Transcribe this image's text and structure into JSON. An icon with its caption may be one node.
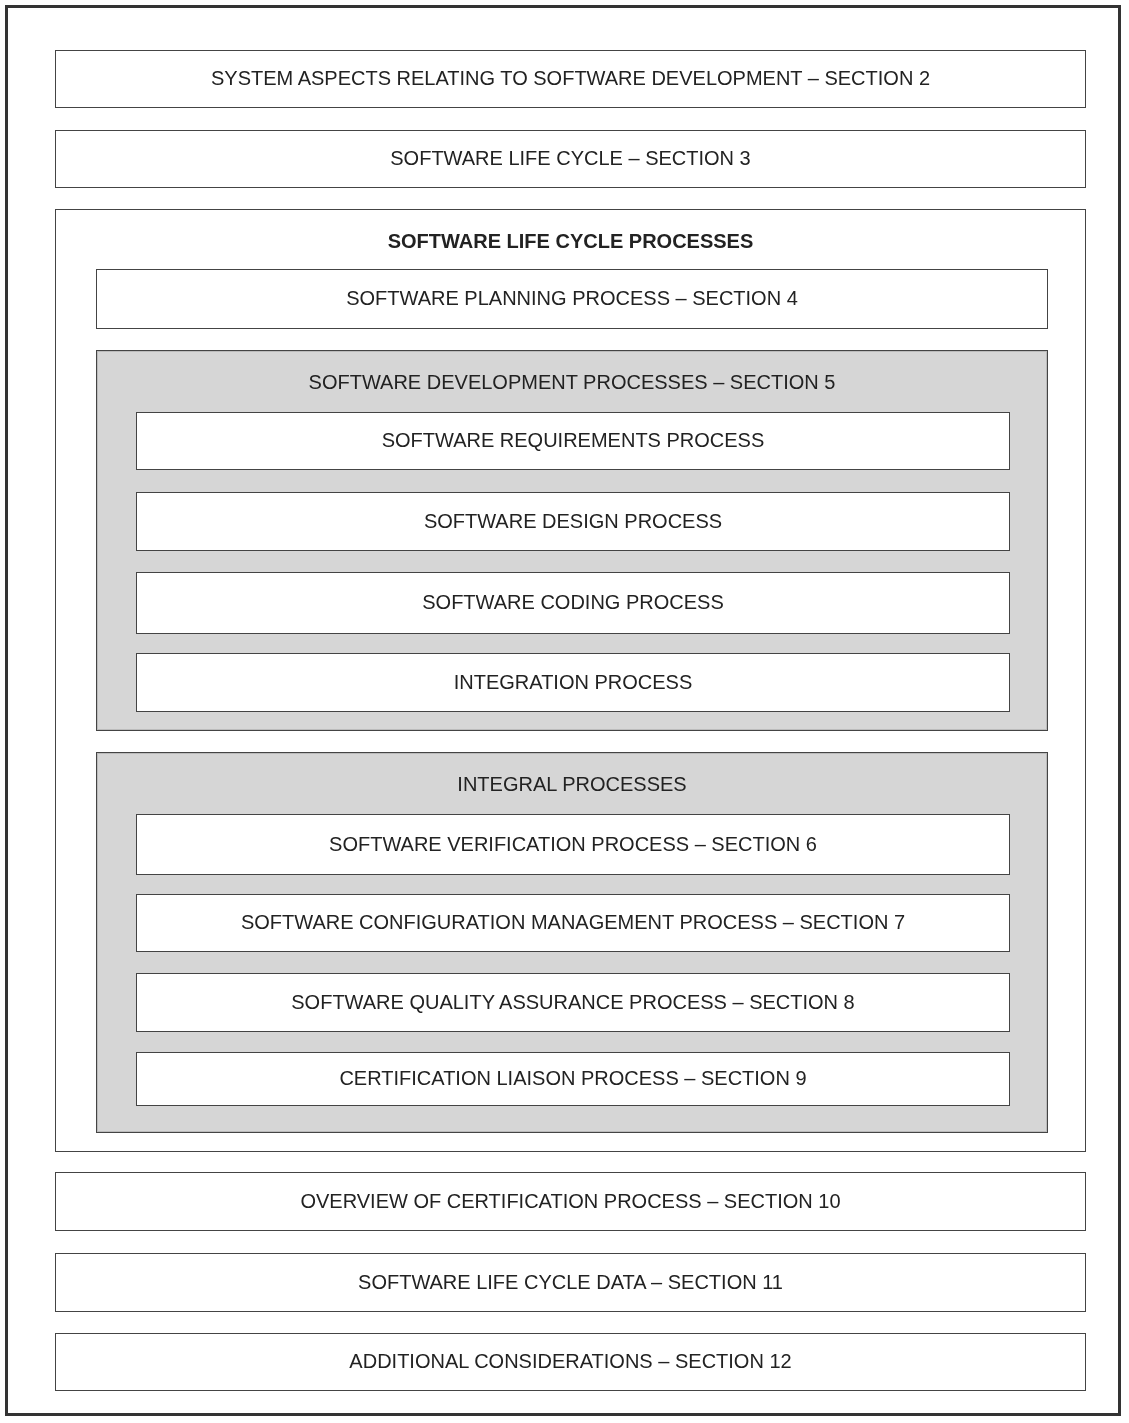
{
  "diagram": {
    "nodes": [
      {
        "text": [
          "SYSTEM ASPECTS RELATING TO SOFTWARE DEVELOPMENT – SECTION 2"
        ]
      },
      {
        "text": [
          "SOFTWARE LIFE CYCLE – SECTION 3"
        ]
      },
      {
        "text": [
          "SOFTWARE LIFE CYCLE PROCESSES"
        ]
      },
      {
        "text": [
          "SOFTWARE PLANNING PROCESS – SECTION 4"
        ],
        "in": 2
      },
      {
        "text": [
          "SOFTWARE DEVELOPMENT PROCESSES – SECTION 5"
        ],
        "in": 2
      },
      {
        "text": [
          "SOFTWARE REQUIREMENTS PROCESS"
        ],
        "in": 4
      },
      {
        "text": [
          "SOFTWARE DESIGN PROCESS"
        ],
        "in": 4
      },
      {
        "text": [
          "SOFTWARE CODING PROCESS"
        ],
        "in": 4
      },
      {
        "text": [
          "INTEGRATION PROCESS"
        ],
        "in": 4
      },
      {
        "text": [
          "INTEGRAL PROCESSES"
        ],
        "in": 2
      },
      {
        "text": [
          "SOFTWARE VERIFICATION PROCESS – SECTION 6"
        ],
        "in": 9
      },
      {
        "text": [
          "SOFTWARE CONFIGURATION MANAGEMENT PROCESS – SECTION 7"
        ],
        "in": 9
      },
      {
        "text": [
          "SOFTWARE QUALITY ASSURANCE PROCESS – SECTION 8"
        ],
        "in": 9
      },
      {
        "text": [
          "CERTIFICATION LIAISON PROCESS – SECTION 9"
        ],
        "in": 9
      },
      {
        "text": [
          "OVERVIEW OF CERTIFICATION PROCESS – SECTION 10"
        ]
      },
      {
        "text": [
          "SOFTWARE LIFE CYCLE DATA – SECTION 11"
        ]
      },
      {
        "text": [
          "ADDITIONAL CONSIDERATIONS – SECTION 12"
        ]
      }
    ]
  }
}
